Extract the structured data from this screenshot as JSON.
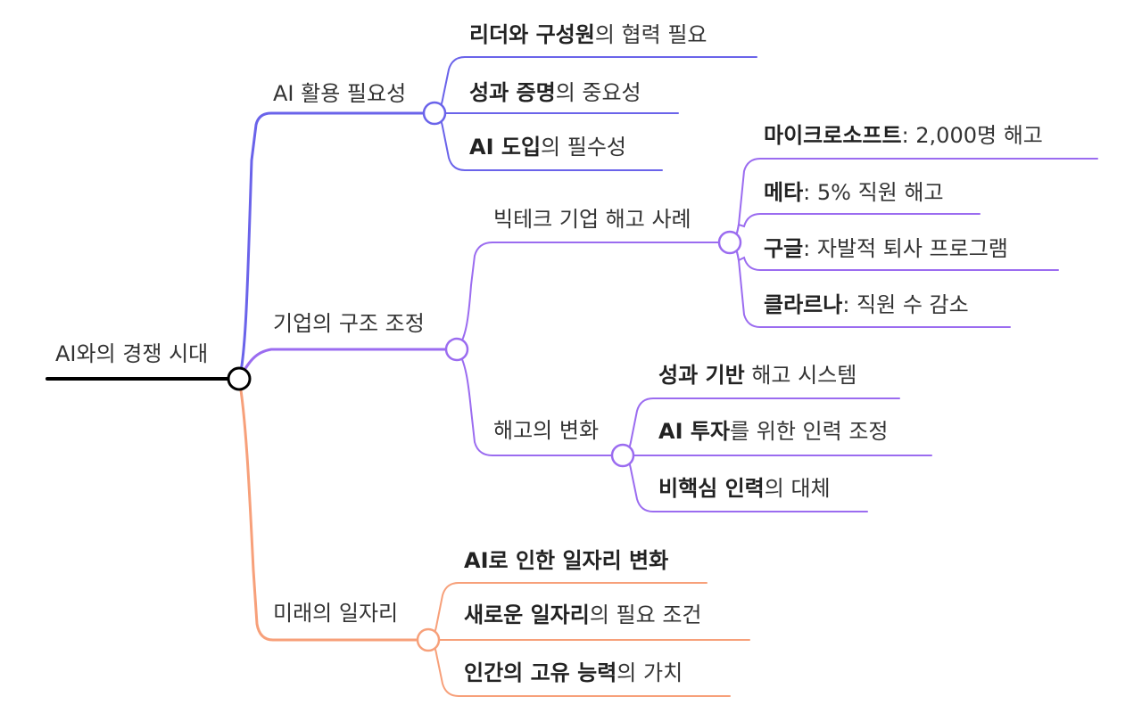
{
  "mindmap": {
    "root": {
      "label": "AI와의 경쟁 시대",
      "color": "#000000"
    },
    "branches": [
      {
        "label": "AI 활용 필요성",
        "color": "#6a63ea",
        "children": [
          {
            "bold": "리더와 구성원",
            "rest": "의 협력 필요"
          },
          {
            "bold": "성과 증명",
            "rest": "의 중요성"
          },
          {
            "bold": "AI 도입",
            "rest": "의 필수성"
          }
        ]
      },
      {
        "label": "기업의 구조 조정",
        "color": "#9b6cf0",
        "children": [
          {
            "label": "빅테크 기업 해고 사례",
            "children": [
              {
                "bold": "마이크로소프트",
                "rest": ": 2,000명 해고"
              },
              {
                "bold": "메타",
                "rest": ": 5% 직원 해고"
              },
              {
                "bold": "구글",
                "rest": ": 자발적 퇴사 프로그램"
              },
              {
                "bold": "클라르나",
                "rest": ": 직원 수 감소"
              }
            ]
          },
          {
            "label": "해고의 변화",
            "children": [
              {
                "bold": "성과 기반",
                "rest": " 해고 시스템"
              },
              {
                "bold": "AI 투자",
                "rest": "를 위한 인력 조정"
              },
              {
                "bold": "비핵심 인력",
                "rest": "의 대체"
              }
            ]
          }
        ]
      },
      {
        "label": "미래의 일자리",
        "color": "#f7a07a",
        "children": [
          {
            "bold": "AI로 인한 일자리 변화",
            "rest": ""
          },
          {
            "bold": "새로운 일자리",
            "rest": "의 필요 조건"
          },
          {
            "bold": "인간의 고유 능력",
            "rest": "의 가치"
          }
        ]
      }
    ]
  }
}
